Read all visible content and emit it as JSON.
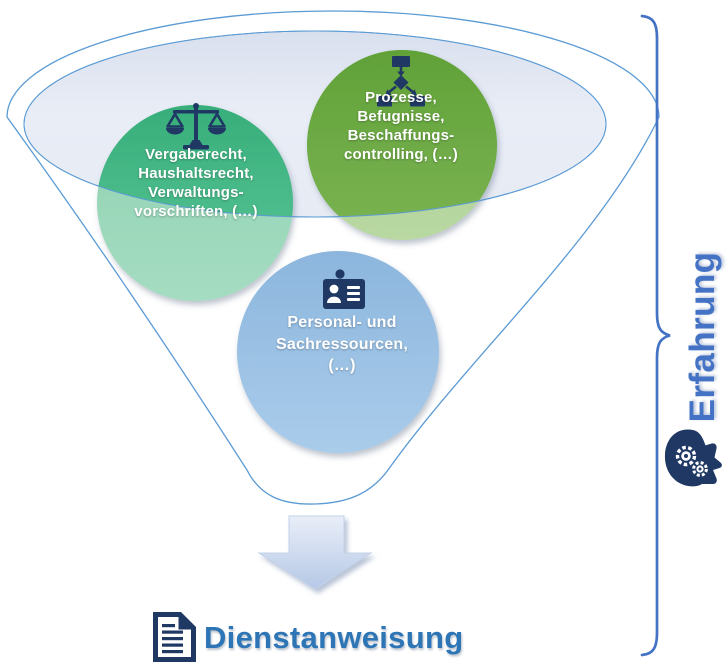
{
  "diagram": {
    "funnel": {
      "bubbles": [
        {
          "name": "law",
          "icon": "scales-icon",
          "lines": [
            "Vergaberecht,",
            "Haushaltsrecht,",
            "Verwaltungs-",
            "vorschriften, (…)"
          ]
        },
        {
          "name": "processes",
          "icon": "org-chart-icon",
          "lines": [
            "Prozesse,",
            "Befugnisse,",
            "Beschaffungs-",
            "controlling, (…)"
          ]
        },
        {
          "name": "resources",
          "icon": "id-badge-icon",
          "lines": [
            "Personal- und",
            "Sachressourcen,",
            "(…)"
          ]
        }
      ]
    },
    "result": {
      "label": "Dienstanweisung",
      "icon": "document-icon"
    },
    "side": {
      "label": "Erfahrung",
      "icon": "head-gears-icon"
    },
    "colors": {
      "accent_blue": "#4472c4",
      "funnel_stroke": "#5b9bd5",
      "bowl_fill": "#e8edf6",
      "icon_navy": "#1f3864",
      "bubble_green": "#3cb27f",
      "bubble_olive": "#6fae48",
      "bubble_blue": "#9cc3e6",
      "result_blue": "#2e75b6",
      "arrow_fill": "#c9d7ec"
    }
  }
}
